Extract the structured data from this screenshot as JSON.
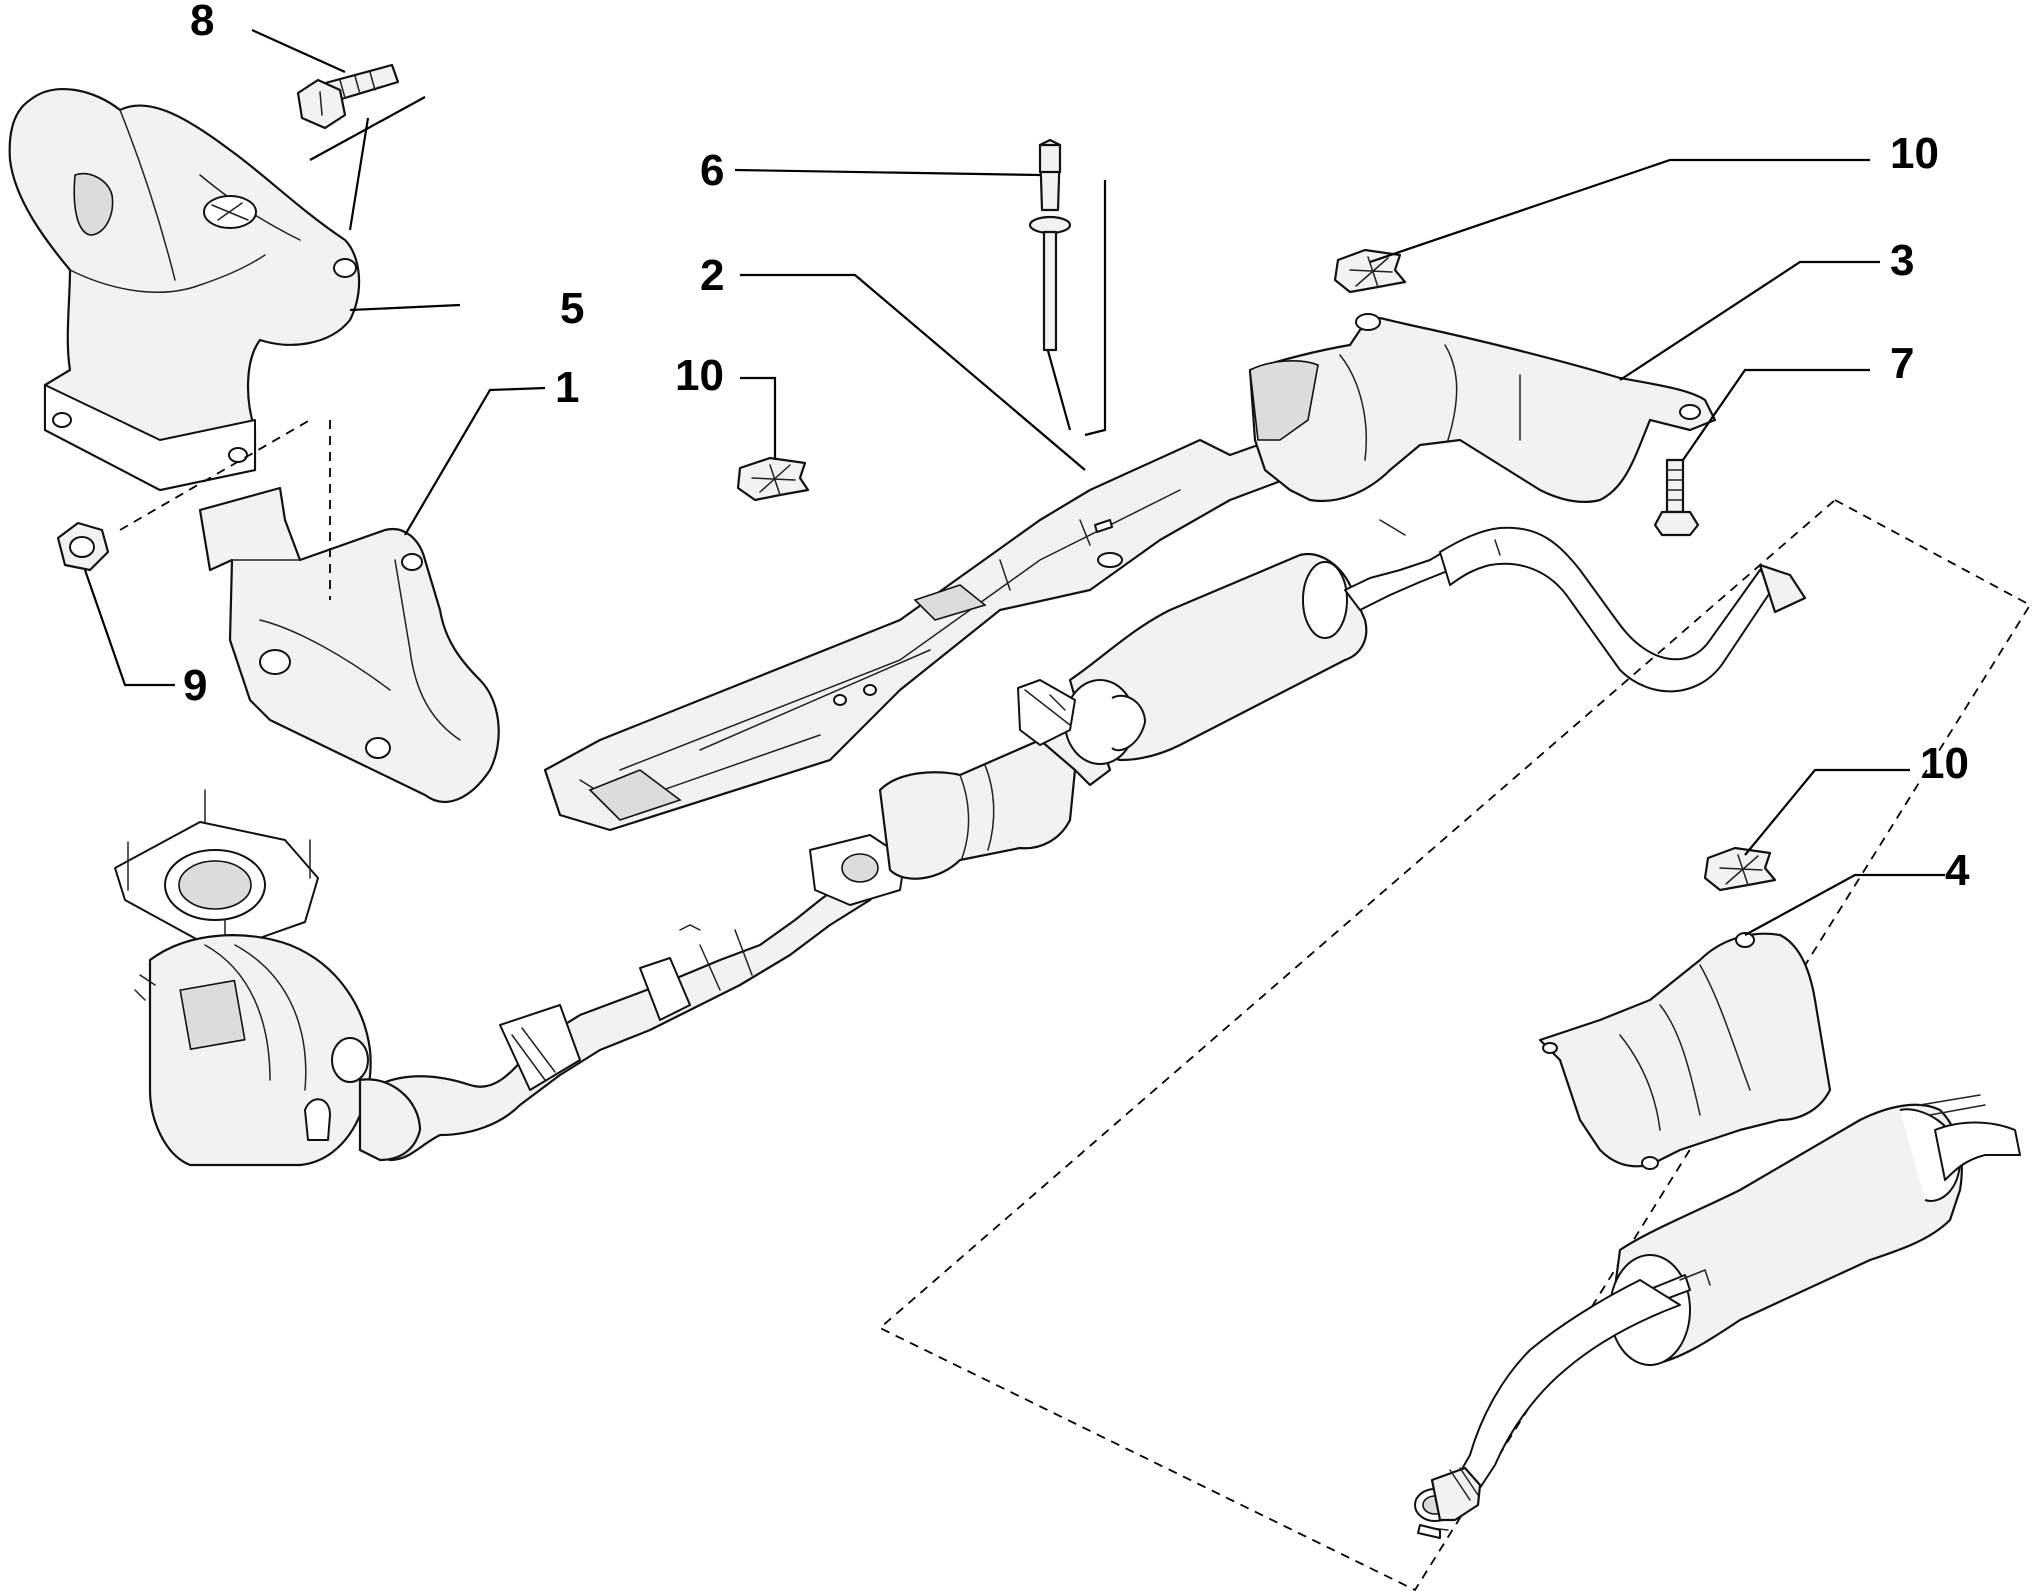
{
  "diagram": {
    "background_color": "#ffffff",
    "line_color": "#111111",
    "part_fill": "#f2f2f2"
  },
  "callouts": [
    {
      "id": "c8",
      "label": "8"
    },
    {
      "id": "c5",
      "label": "5"
    },
    {
      "id": "c1",
      "label": "1"
    },
    {
      "id": "c9",
      "label": "9"
    },
    {
      "id": "c6",
      "label": "6"
    },
    {
      "id": "c2",
      "label": "2"
    },
    {
      "id": "c10a",
      "label": "10"
    },
    {
      "id": "c10b",
      "label": "10"
    },
    {
      "id": "c3",
      "label": "3"
    },
    {
      "id": "c7",
      "label": "7"
    },
    {
      "id": "c10c",
      "label": "10"
    },
    {
      "id": "c4",
      "label": "4"
    }
  ]
}
